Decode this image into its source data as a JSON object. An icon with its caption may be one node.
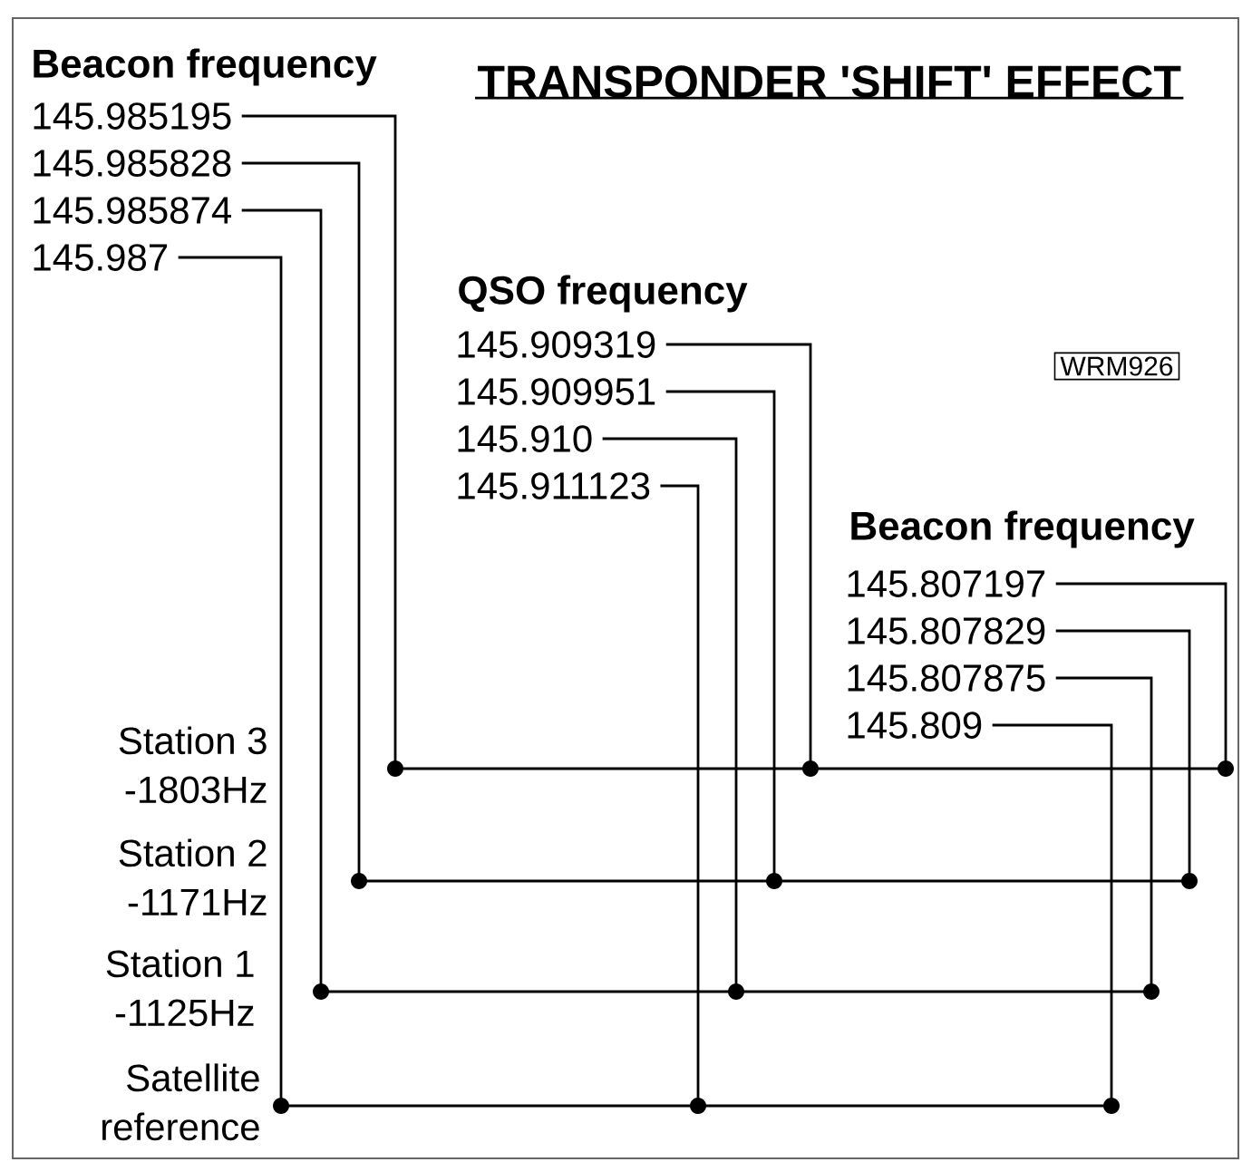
{
  "diagram": {
    "title": "TRANSPONDER 'SHIFT' EFFECT",
    "nodes": [
      {
        "text": [
          "145.985195"
        ]
      },
      {
        "text": [
          "145.985828"
        ]
      },
      {
        "text": [
          "145.985874"
        ]
      },
      {
        "text": [
          "145.987"
        ]
      },
      {
        "text": [
          "145.909319"
        ]
      },
      {
        "text": [
          "145.909951"
        ]
      },
      {
        "text": [
          "145.910"
        ]
      },
      {
        "text": [
          "145.911123"
        ]
      },
      {
        "text": [
          "145.807197"
        ]
      },
      {
        "text": [
          "145.807829"
        ]
      },
      {
        "text": [
          "145.807875"
        ]
      },
      {
        "text": [
          "145.809"
        ]
      },
      {
        "text": [
          "Station 3",
          "-1803Hz"
        ]
      },
      {
        "text": [
          "Station 2",
          "-1171Hz"
        ]
      },
      {
        "text": [
          "Station 1",
          "-1125Hz"
        ]
      },
      {
        "text": [
          "Satellite",
          "reference"
        ]
      }
    ],
    "edges": [
      {
        "from": 0,
        "to": 12,
        "arrow": "other"
      },
      {
        "from": 1,
        "to": 13,
        "arrow": "other"
      },
      {
        "from": 2,
        "to": 14,
        "arrow": "other"
      },
      {
        "from": 3,
        "to": 15,
        "arrow": "other"
      },
      {
        "from": 4,
        "to": 12,
        "arrow": "other"
      },
      {
        "from": 5,
        "to": 13,
        "arrow": "other"
      },
      {
        "from": 6,
        "to": 14,
        "arrow": "other"
      },
      {
        "from": 7,
        "to": 15,
        "arrow": "other"
      },
      {
        "from": 8,
        "to": 12,
        "arrow": "other"
      },
      {
        "from": 9,
        "to": 13,
        "arrow": "other"
      },
      {
        "from": 10,
        "to": 14,
        "arrow": "other"
      },
      {
        "from": 11,
        "to": 15,
        "arrow": "other"
      }
    ],
    "labels": [
      "Beacon frequency",
      "QSO frequency",
      "WRM926",
      "Beacon frequency"
    ]
  }
}
